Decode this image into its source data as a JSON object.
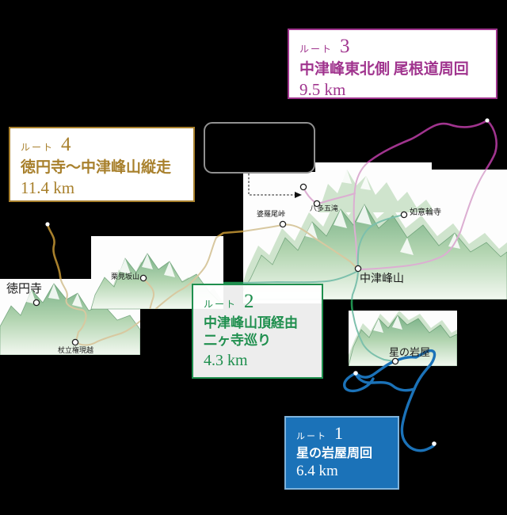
{
  "colors": {
    "bg": "#000000",
    "map-white": "#fdfdfd",
    "label-dark": "#1a1a1a",
    "route1-blue": "#1b72b8",
    "route1-border": "#7fb3dc",
    "route2-green": "#1f8f4e",
    "route2-pale": "#7cc0ac",
    "route3-purple": "#a0348e",
    "route3-pale": "#dcaed2",
    "route4-gold": "#a8802c",
    "route4-pale": "#d8c8a0"
  },
  "routes": {
    "r1": {
      "tag": "ルート",
      "num": "1",
      "title": "星の岩屋周回",
      "distance": "6.4 km",
      "color": "#1b72b8"
    },
    "r2": {
      "tag": "ルート",
      "num": "2",
      "title1": "中津峰山頂経由",
      "title2": "二ヶ寺巡り",
      "distance": "4.3 km",
      "color": "#1f8f4e"
    },
    "r3": {
      "tag": "ルート",
      "num": "3",
      "title": "中津峰東北側 尾根道周回",
      "distance": "9.5 km",
      "color": "#a0348e"
    },
    "r4": {
      "tag": "ルート",
      "num": "4",
      "title": "徳円寺〜中津峰山縦走",
      "distance": "11.4 km",
      "color": "#a8802c"
    }
  },
  "map": {
    "labels": {
      "tokuenji": "徳円寺",
      "tsuetate": "杖立権現越",
      "kurimizaka": "栗見坂山",
      "barao": "婆羅尾峠",
      "hatagotaki": "八多五滝",
      "nyoirinji": "如意輪寺",
      "nakatsumine": "中津峰山",
      "hoshinoiwaya": "星の岩屋"
    }
  }
}
